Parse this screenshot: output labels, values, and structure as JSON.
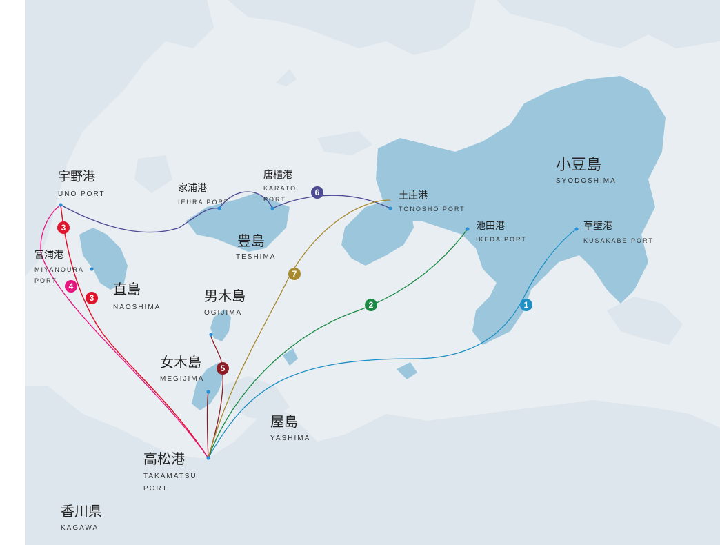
{
  "places": {
    "shodoshima": {
      "jp": "小豆島",
      "en": "SYODOSHIMA"
    },
    "teshima": {
      "jp": "豊島",
      "en": "TESHIMA"
    },
    "naoshima": {
      "jp": "直島",
      "en": "NAOSHIMA"
    },
    "ogijima": {
      "jp": "男木島",
      "en": "OGIJIMA"
    },
    "megijima": {
      "jp": "女木島",
      "en": "MEGIJIMA"
    },
    "yashima": {
      "jp": "屋島",
      "en": "YASHIMA"
    },
    "kagawa": {
      "jp": "香川県",
      "en": "KAGAWA"
    }
  },
  "ports": {
    "uno": {
      "jp": "宇野港",
      "en": "UNO PORT"
    },
    "ieura": {
      "jp": "家浦港",
      "en": "IEURA PORT"
    },
    "karato": {
      "jp": "唐櫃港",
      "en1": "KARATO",
      "en2": "PORT"
    },
    "tonosho": {
      "jp": "土庄港",
      "en": "TONOSHO PORT"
    },
    "ikeda": {
      "jp": "池田港",
      "en": "IKEDA PORT"
    },
    "kusakabe": {
      "jp": "草壁港",
      "en": "KUSAKABE PORT"
    },
    "miyanoura": {
      "jp": "宮浦港",
      "en1": "MIYANOURA",
      "en2": "PORT"
    },
    "takamatsu": {
      "jp": "高松港",
      "en1": "TAKAMATSU",
      "en2": "PORT"
    }
  },
  "routes": [
    {
      "num": "1",
      "color": "#1f8fc4"
    },
    {
      "num": "2",
      "color": "#1a8a45"
    },
    {
      "num": "3",
      "color": "#e0142d"
    },
    {
      "num": "3",
      "color": "#e0142d"
    },
    {
      "num": "4",
      "color": "#e6157f"
    },
    {
      "num": "5",
      "color": "#8c1d24"
    },
    {
      "num": "6",
      "color": "#4d4a94"
    },
    {
      "num": "7",
      "color": "#a88a2e"
    }
  ],
  "colors": {
    "sea": "#e9eef2",
    "land": "#dde6ec",
    "highlight": "#9cc6dc",
    "port": "#2a8fd6"
  }
}
